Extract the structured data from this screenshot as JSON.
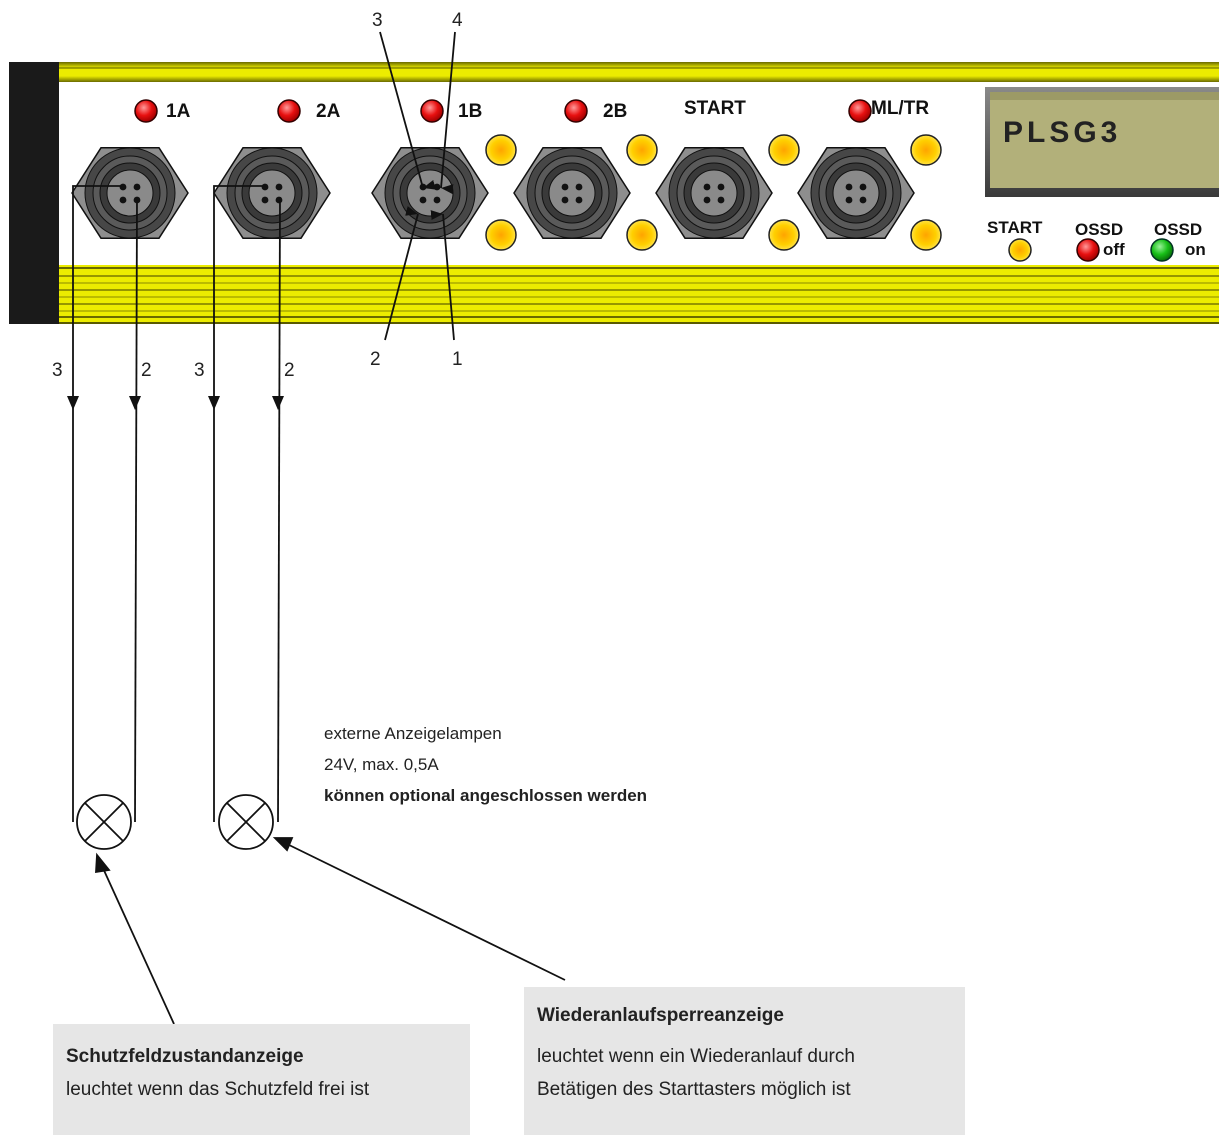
{
  "panel": {
    "channels": [
      "1A",
      "2A",
      "1B",
      "2B",
      "START",
      "ML/TR"
    ],
    "display_text": "PLSG3",
    "status": {
      "start_label": "START",
      "ossd_off_label": "OSSD",
      "ossd_off_sub": "off",
      "ossd_on_label": "OSSD",
      "ossd_on_sub": "on"
    },
    "colors": {
      "rail": "#ecec00",
      "rail_dark": "#7a7a00",
      "led_red": "#e81010",
      "led_yellow": "#ffd800",
      "led_green": "#18c018",
      "display_bg": "#b4b27a"
    }
  },
  "pin_labels": {
    "top_3": "3",
    "top_4": "4",
    "bottom_2": "2",
    "bottom_1": "1"
  },
  "wires": {
    "w1_left": "3",
    "w1_right": "2",
    "w2_left": "3",
    "w2_right": "2"
  },
  "note": {
    "line1": "externe Anzeigelampen",
    "line2": "24V, max. 0,5A",
    "line3": "können optional angeschlossen werden"
  },
  "box_left": {
    "title": "Schutzfeldzustandanzeige",
    "text": "leuchtet wenn das Schutzfeld frei ist"
  },
  "box_right": {
    "title": "Wiederanlaufsperreanzeige",
    "line1": "leuchtet wenn ein Wiederanlauf durch",
    "line2": "Betätigen des Starttasters möglich ist"
  }
}
